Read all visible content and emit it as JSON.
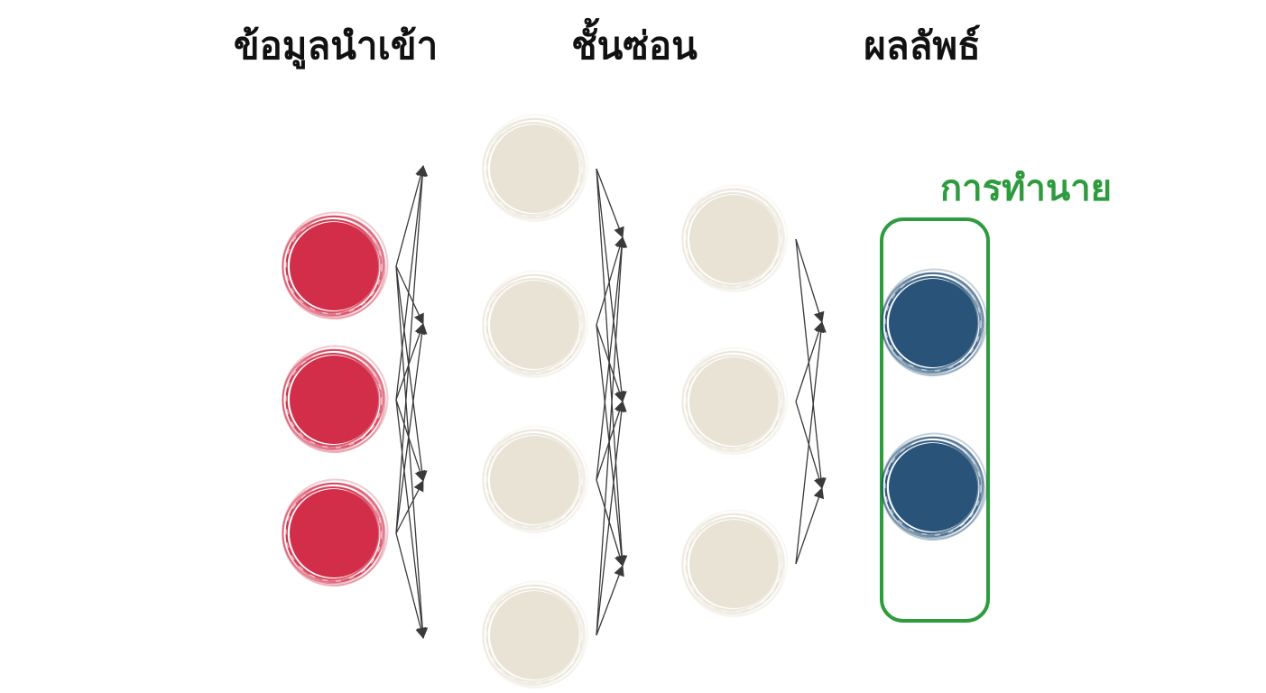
{
  "headers": {
    "input": "ข้อมูลนำเข้า",
    "hidden": "ชั้นซ่อน",
    "output": "ผลลัพธ์"
  },
  "prediction_label": "การทำนาย",
  "colors": {
    "input_node": "#d0233f",
    "hidden_node": "#e8e2d4",
    "output_node": "#1d4a72",
    "edge": "#3a3a3a",
    "prediction_box": "#2e9b3e",
    "prediction_text": "#2e9b3e",
    "text": "#111111"
  },
  "layers": [
    {
      "name": "input",
      "nodes": 3
    },
    {
      "name": "hidden-1",
      "nodes": 4
    },
    {
      "name": "hidden-2",
      "nodes": 3
    },
    {
      "name": "output",
      "nodes": 2
    }
  ]
}
